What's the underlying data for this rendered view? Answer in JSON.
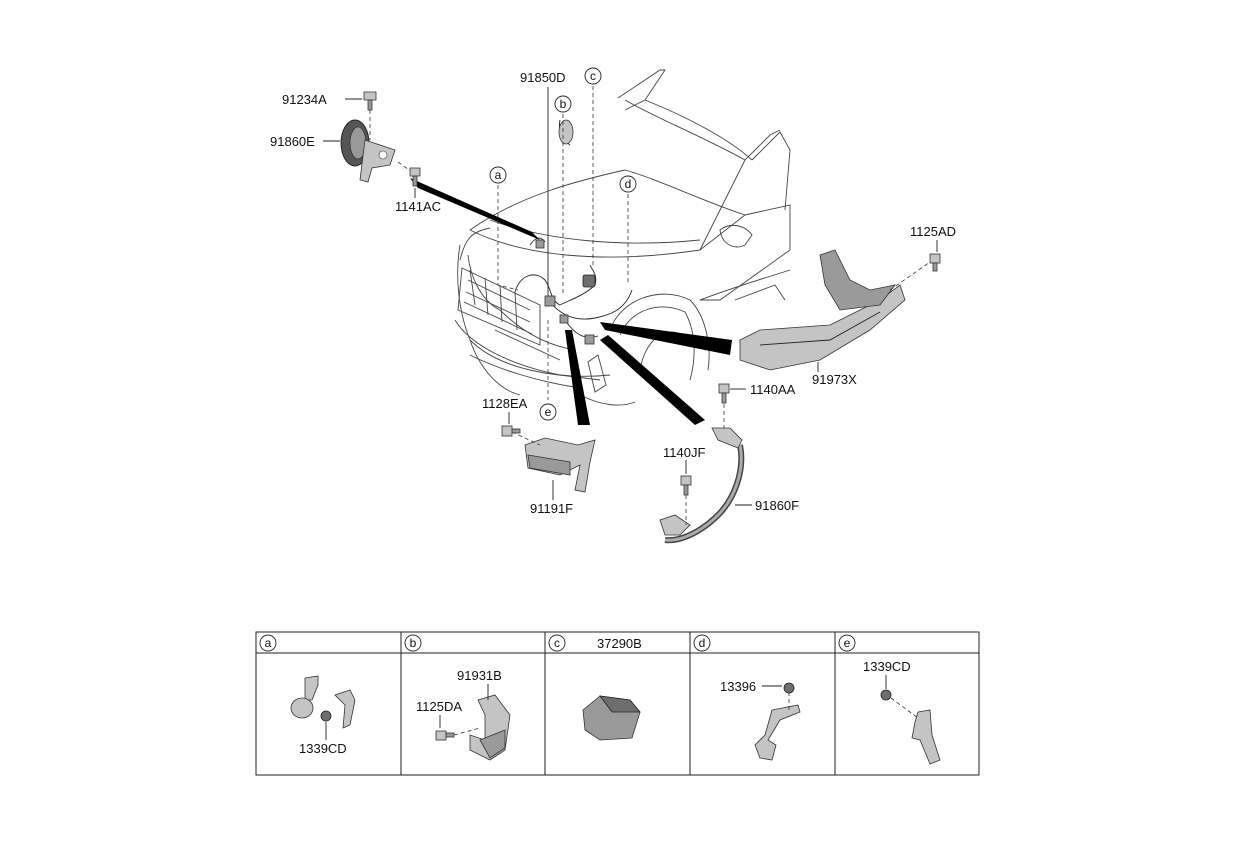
{
  "labels": {
    "p91234A": "91234A",
    "p91860E": "91860E",
    "p1141AC": "1141AC",
    "p91850D": "91850D",
    "p1125AD": "1125AD",
    "p91973X": "91973X",
    "p1140AA": "1140AA",
    "p1128EA": "1128EA",
    "p1140JF": "1140JF",
    "p91191F": "91191F",
    "p91860F": "91860F"
  },
  "callouts": {
    "a": "a",
    "b": "b",
    "c": "c",
    "d": "d",
    "e": "e"
  },
  "table": {
    "headers": [
      {
        "letter": "a",
        "title": ""
      },
      {
        "letter": "b",
        "title": ""
      },
      {
        "letter": "c",
        "title": "37290B"
      },
      {
        "letter": "d",
        "title": ""
      },
      {
        "letter": "e",
        "title": ""
      }
    ],
    "cells": {
      "a_label": "1339CD",
      "b_label1": "91931B",
      "b_label2": "1125DA",
      "d_label": "13396",
      "e_label": "1339CD"
    }
  }
}
